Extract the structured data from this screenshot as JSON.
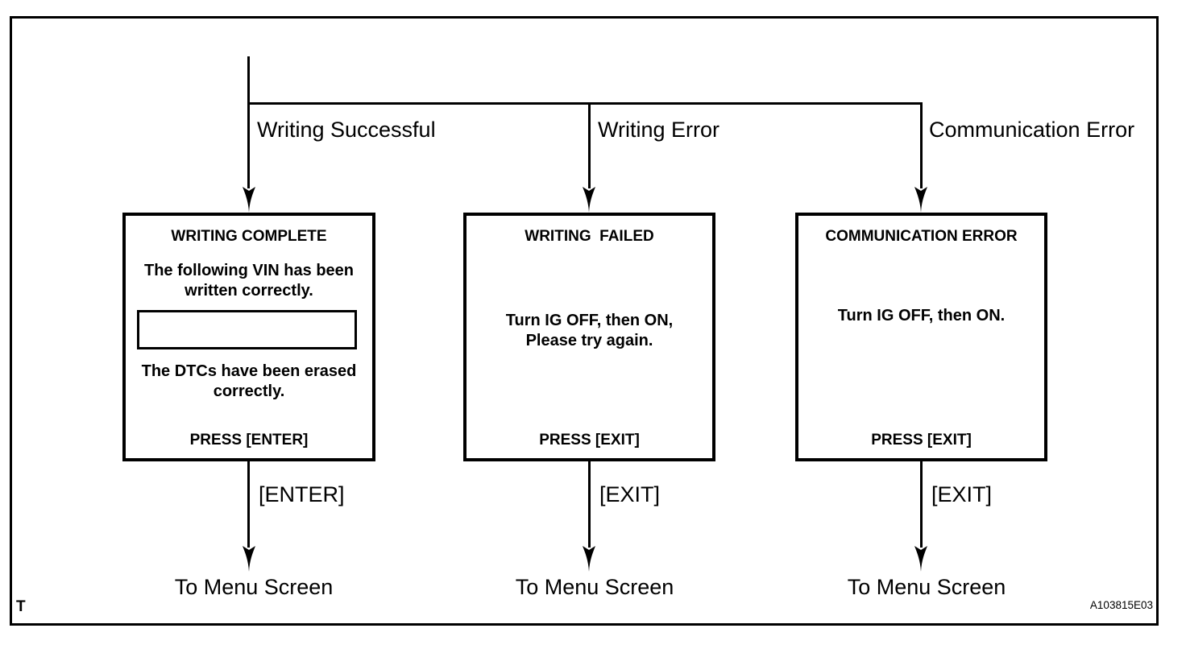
{
  "figure": {
    "page_marker": "T",
    "figure_id": "A103815E03"
  },
  "colors": {
    "ink": "#000000",
    "paper": "#ffffff"
  },
  "flow": {
    "branches": [
      {
        "condition": "Writing Successful",
        "key_label": "[ENTER]",
        "destination": "To Menu Screen",
        "screen": {
          "title": "WRITING COMPLETE",
          "line1": "The following VIN has been",
          "line2": "written correctly.",
          "vin_field_value": "",
          "line3": "The DTCs have been erased",
          "line4": "correctly.",
          "press": "PRESS [ENTER]"
        }
      },
      {
        "condition": "Writing Error",
        "key_label": "[EXIT]",
        "destination": "To Menu Screen",
        "screen": {
          "title": "WRITING  FAILED",
          "line1": "Turn IG OFF, then ON,",
          "line2": "Please try again.",
          "press": "PRESS [EXIT]"
        }
      },
      {
        "condition": "Communication Error",
        "key_label": "[EXIT]",
        "destination": "To Menu Screen",
        "screen": {
          "title": "COMMUNICATION ERROR",
          "line1": "Turn IG OFF, then ON.",
          "press": "PRESS [EXIT]"
        }
      }
    ]
  }
}
